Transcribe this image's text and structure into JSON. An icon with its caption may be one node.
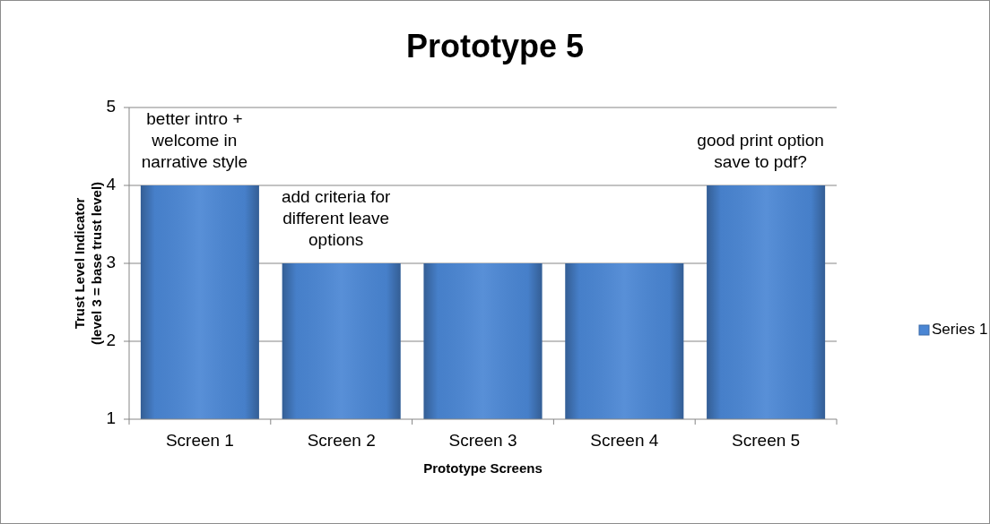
{
  "diagram": {
    "chart_data": {
      "type": "bar",
      "title": "Prototype 5",
      "xlabel": "Prototype Screens",
      "ylabel": "Trust Level Indicator (level 3 = base trust level)",
      "categories": [
        "Screen 1",
        "Screen 2",
        "Screen 3",
        "Screen 4",
        "Screen 5"
      ],
      "series": [
        {
          "name": "Series 1",
          "color": "#4a86d4",
          "values": [
            4,
            3,
            3,
            3,
            4
          ]
        }
      ],
      "ylim": [
        1,
        5
      ],
      "yticks": [
        1,
        2,
        3,
        4,
        5
      ],
      "grid": true,
      "annotations": [
        {
          "x": "Screen 1",
          "y": 4,
          "text": "better intro + welcome in narrative style"
        },
        {
          "x": "Screen 2",
          "y": 3,
          "text": "add criteria for different leave options"
        },
        {
          "x": "Screen 5",
          "y": 4,
          "text": "good print option save to pdf?"
        }
      ]
    }
  }
}
